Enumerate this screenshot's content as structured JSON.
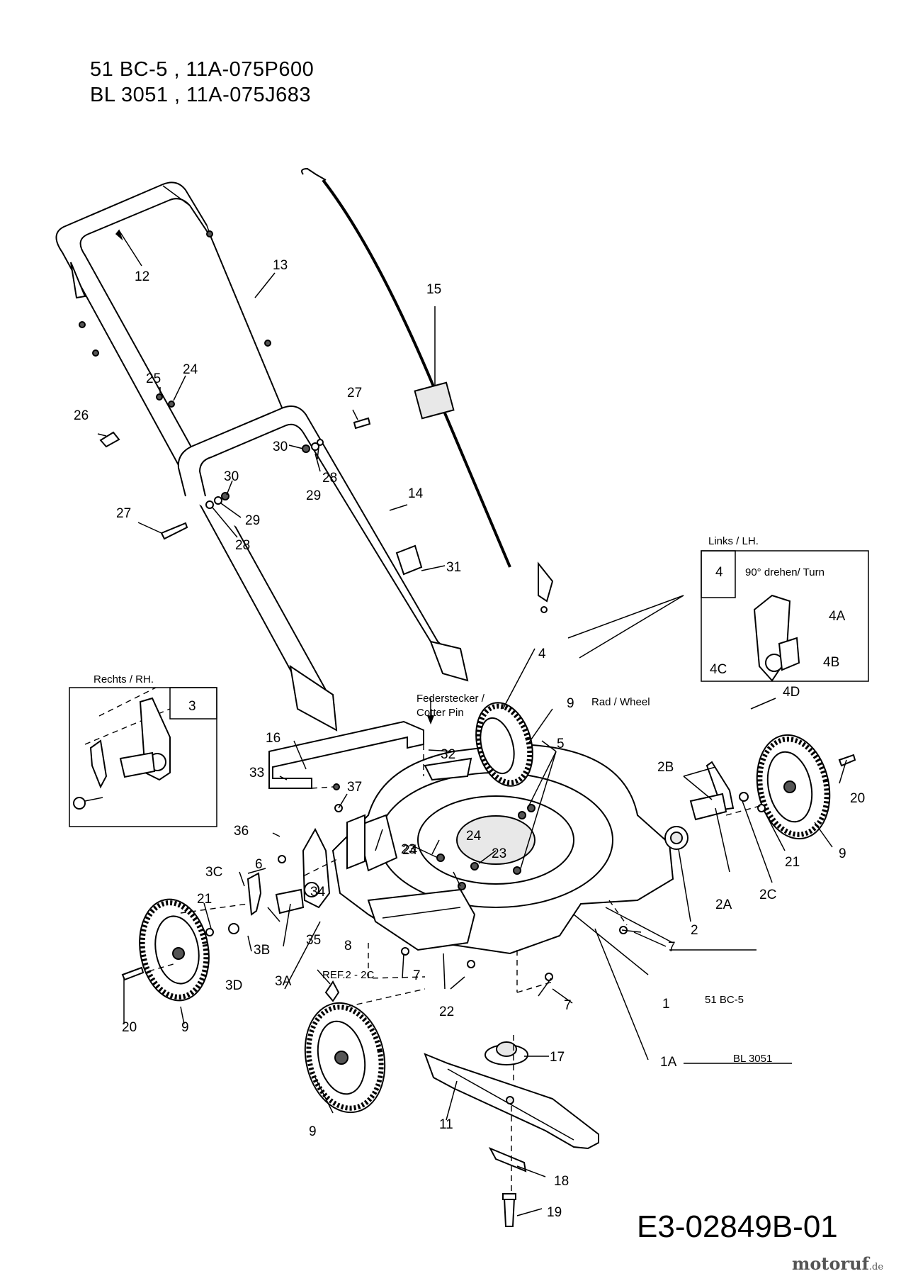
{
  "header": {
    "line1": "51 BC-5 , 11A-075P600",
    "line2": "BL 3051 , 11A-075J683"
  },
  "drawing_code": "E3-02849B-01",
  "brand": {
    "name": "motoruf",
    "tld": ".de"
  },
  "inset_right": {
    "title": "Rechts / RH.",
    "box_label": "3"
  },
  "inset_left": {
    "title": "Links / LH.",
    "box_label": "4",
    "note": "90° drehen/ Turn"
  },
  "notes": {
    "cotter_line1": "Federstecker /",
    "cotter_line2": "Cotter Pin",
    "wheel": "Rad / Wheel",
    "ref": "REF.2 - 2C",
    "model_1": "51 BC-5",
    "model_1a": "BL 3051"
  },
  "callouts": {
    "c1": "1",
    "c1A": "1A",
    "c2": "2",
    "c2A": "2A",
    "c2B": "2B",
    "c2C": "2C",
    "c3A": "3A",
    "c3B": "3B",
    "c3C": "3C",
    "c3D": "3D",
    "c4": "4",
    "c4A": "4A",
    "c4B": "4B",
    "c4C": "4C",
    "c4D": "4D",
    "c5": "5",
    "c6": "6",
    "c7": "7",
    "c8": "8",
    "c9": "9",
    "c11": "11",
    "c12": "12",
    "c13": "13",
    "c14": "14",
    "c15": "15",
    "c16": "16",
    "c17": "17",
    "c18": "18",
    "c19": "19",
    "c20": "20",
    "c21": "21",
    "c22": "22",
    "c23": "23",
    "c24": "24",
    "c25": "25",
    "c26": "26",
    "c27": "27",
    "c28": "28",
    "c29": "29",
    "c30": "30",
    "c31": "31",
    "c32": "32",
    "c33": "33",
    "c34": "34",
    "c35": "35",
    "c36": "36",
    "c37": "37"
  }
}
